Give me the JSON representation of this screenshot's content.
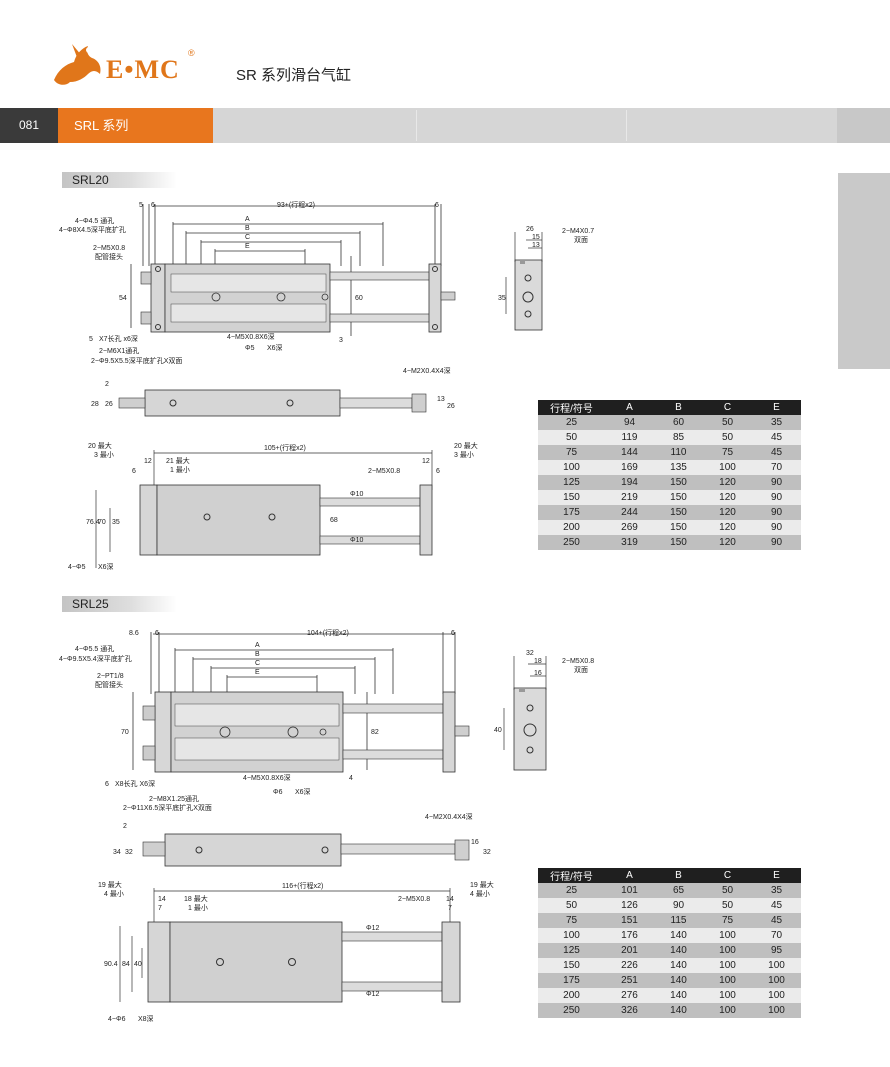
{
  "header": {
    "logo_text": "E•MC",
    "logo_reg": "®",
    "title": "SR 系列滑台气缸",
    "page_number": "081",
    "series": "SRL 系列"
  },
  "colors": {
    "accent": "#e8761e",
    "dark": "#1f1f1f",
    "band": "#d6d6d6"
  },
  "icons": [
    "horse-rider-logo-icon"
  ],
  "srl20": {
    "label": "SRL20",
    "top": {
      "d5": "5",
      "d6": "6",
      "len": "93+(行程x2)",
      "d6r": "6",
      "n1": "4−Φ4.5 通孔",
      "n2": "4−Φ8X4.5深平底扩孔",
      "A": "A",
      "B": "B",
      "C": "C",
      "E": "E",
      "n3": "2−M5X0.8",
      "n4": "配管接头",
      "h54": "54",
      "h60": "60",
      "n5": "5",
      "n5b": "X7长孔 x6深",
      "n6": "2−M6X1通孔",
      "n7": "2−Φ9.5X5.5深平底扩孔X双面",
      "n8": "4−M5X0.8X6深",
      "n9": "Φ5",
      "n9b": "X6深",
      "d3": "3"
    },
    "end": {
      "d26": "26",
      "d15": "15",
      "d13": "13",
      "n1": "2−M4X0.7",
      "n2": "双面",
      "d35": "35"
    },
    "side": {
      "n1": "4−M2X0.4X4深",
      "d2": "2",
      "d28": "28",
      "d26": "26",
      "d13": "13",
      "d26r": "26"
    },
    "bottom": {
      "max20": "20 最大",
      "min3": "3 最小",
      "len": "105+(行程x2)",
      "max20r": "20 最大",
      "min3r": "3 最小",
      "d6": "6",
      "d12": "12",
      "d21": "21 最大",
      "min1": "1 最小",
      "d12r": "12",
      "d6r": "6",
      "n1": "2−M5X0.8",
      "h76": "76.4",
      "h70": "70",
      "h35": "35",
      "phi10": "Φ10",
      "h68": "68",
      "phi10b": "Φ10",
      "n2": "4−Φ5",
      "n2b": "X6深"
    },
    "table": {
      "headers": [
        "行程/符号",
        "A",
        "B",
        "C",
        "E"
      ],
      "rows": [
        [
          "25",
          "94",
          "60",
          "50",
          "35"
        ],
        [
          "50",
          "119",
          "85",
          "50",
          "45"
        ],
        [
          "75",
          "144",
          "110",
          "75",
          "45"
        ],
        [
          "100",
          "169",
          "135",
          "100",
          "70"
        ],
        [
          "125",
          "194",
          "150",
          "120",
          "90"
        ],
        [
          "150",
          "219",
          "150",
          "120",
          "90"
        ],
        [
          "175",
          "244",
          "150",
          "120",
          "90"
        ],
        [
          "200",
          "269",
          "150",
          "120",
          "90"
        ],
        [
          "250",
          "319",
          "150",
          "120",
          "90"
        ]
      ]
    }
  },
  "srl25": {
    "label": "SRL25",
    "top": {
      "d86": "8.6",
      "d6": "6",
      "len": "104+(行程x2)",
      "d6r": "6",
      "n1": "4−Φ5.5 通孔",
      "n2": "4−Φ9.5X5.4深平底扩孔",
      "A": "A",
      "B": "B",
      "C": "C",
      "E": "E",
      "n3": "2−PT1/8",
      "n4": "配管接头",
      "h70": "70",
      "h82": "82",
      "n5": "6",
      "n5b": "X8长孔 X6深",
      "n6": "2−M8X1.25通孔",
      "n7": "2−Φ11X6.5深平底扩孔X双面",
      "n8": "4−M5X0.8X6深",
      "n9": "Φ6",
      "n9b": "X6深",
      "d4": "4"
    },
    "end": {
      "d32": "32",
      "d18": "18",
      "d16": "16",
      "n1": "2−M5X0.8",
      "n2": "双面",
      "d40": "40"
    },
    "side": {
      "n1": "4−M2X0.4X4深",
      "d2": "2",
      "d34": "34",
      "d32": "32",
      "d16": "16",
      "d32r": "32"
    },
    "bottom": {
      "max19": "19 最大",
      "min4": "4 最小",
      "len": "116+(行程x2)",
      "max19r": "19 最大",
      "min4r": "4 最小",
      "d14": "14",
      "d7": "7",
      "d18": "18 最大",
      "min1": "1 最小",
      "d14r": "14",
      "d7r": "7",
      "n1": "2−M5X0.8",
      "h90": "90.4",
      "h84": "84",
      "h40": "40",
      "phi12": "Φ12",
      "phi12b": "Φ12",
      "n2": "4−Φ6",
      "n2b": "X8深"
    },
    "table": {
      "headers": [
        "行程/符号",
        "A",
        "B",
        "C",
        "E"
      ],
      "rows": [
        [
          "25",
          "101",
          "65",
          "50",
          "35"
        ],
        [
          "50",
          "126",
          "90",
          "50",
          "45"
        ],
        [
          "75",
          "151",
          "115",
          "75",
          "45"
        ],
        [
          "100",
          "176",
          "140",
          "100",
          "70"
        ],
        [
          "125",
          "201",
          "140",
          "100",
          "95"
        ],
        [
          "150",
          "226",
          "140",
          "100",
          "100"
        ],
        [
          "175",
          "251",
          "140",
          "100",
          "100"
        ],
        [
          "200",
          "276",
          "140",
          "100",
          "100"
        ],
        [
          "250",
          "326",
          "140",
          "100",
          "100"
        ]
      ]
    }
  }
}
